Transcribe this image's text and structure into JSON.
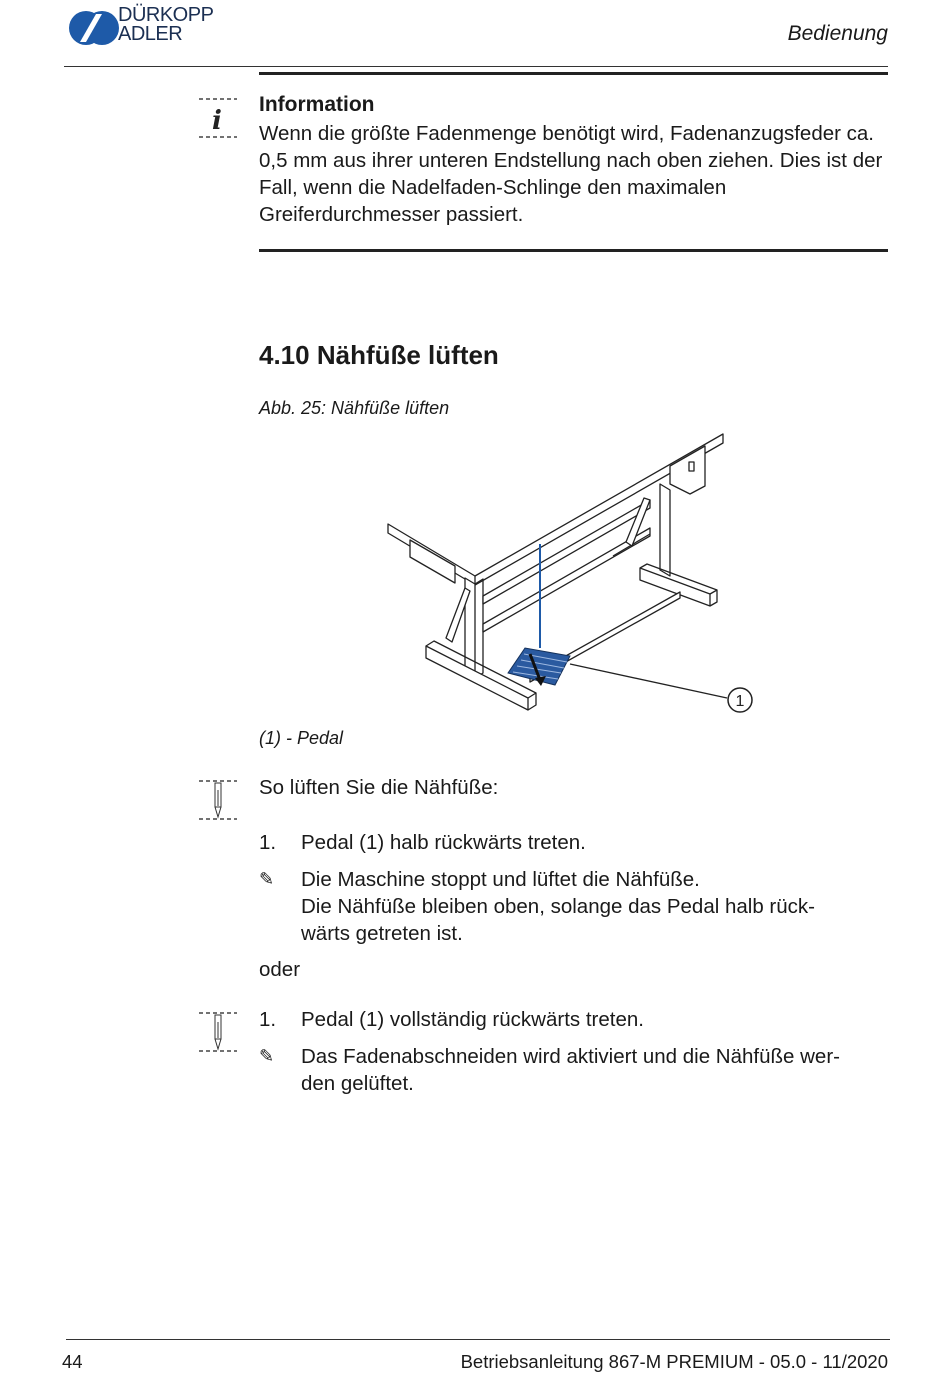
{
  "header": {
    "brand_line1": "DÜRKOPP",
    "brand_line2": "ADLER",
    "section": "Bedienung",
    "brand_color": "#1e5aa8"
  },
  "info_box": {
    "title": "Information",
    "body": "Wenn die größte Fadenmenge benötigt wird, Fadenanzugsfeder ca. 0,5 mm aus ihrer unteren Endstellung nach oben ziehen. Dies ist der Fall, wenn die Nadelfaden-Schlinge den maximalen Greiferdurchmesser passiert."
  },
  "section": {
    "title": "4.10  Nähfüße lüften",
    "figure_caption": "Abb. 25: Nähfüße lüften",
    "callout": "1",
    "legend": "(1)  - Pedal"
  },
  "instructions": {
    "intro": "So lüften Sie die Nähfüße:",
    "option1": {
      "step_num": "1.",
      "step_text": "Pedal (1) halb rückwärts treten.",
      "result_symbol": "✎",
      "result_line1": "Die Maschine stoppt und lüftet die Nähfüße.",
      "result_line2": "Die Nähfüße bleiben oben, solange das Pedal halb rück-",
      "result_line3": "wärts getreten ist."
    },
    "or": "oder",
    "option2": {
      "step_num": "1.",
      "step_text": "Pedal (1) vollständig rückwärts treten.",
      "result_line1": "Das Fadenabschneiden wird aktiviert und die Nähfüße wer-",
      "result_line2": "den gelüftet."
    }
  },
  "footer": {
    "page_number": "44",
    "document": "Betriebsanleitung 867-M PREMIUM - 05.0 - 11/2020"
  }
}
